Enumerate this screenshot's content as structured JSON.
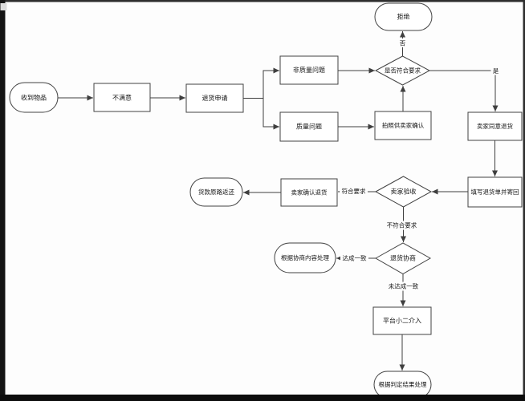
{
  "diagram": {
    "type": "flowchart",
    "topic": "退货流程",
    "colors": {
      "background": "#fdfdfd",
      "node_fill": "#ffffff",
      "node_stroke": "#424242",
      "edge_stroke": "#3f3f3f",
      "text": "#141414",
      "window_border": "#141414"
    }
  },
  "nodes": {
    "start": {
      "shape": "terminator",
      "label": "收到物品"
    },
    "unsatisfied": {
      "shape": "rect",
      "label": "不满意"
    },
    "return_request": {
      "shape": "rect",
      "label": "退货申请"
    },
    "non_quality": {
      "shape": "rect",
      "label": "非质量问题"
    },
    "quality": {
      "shape": "rect",
      "label": "质量问题"
    },
    "photo_confirm": {
      "shape": "rect",
      "label": "拍照供卖家确认"
    },
    "meets_req": {
      "shape": "diamond",
      "label": "是否符合要求"
    },
    "reject": {
      "shape": "terminator",
      "label": "拒绝"
    },
    "seller_agree": {
      "shape": "rect",
      "label": "卖家同意退货"
    },
    "fill_form": {
      "shape": "rect",
      "label": "填写退货单并寄回"
    },
    "seller_inspect": {
      "shape": "diamond",
      "label": "卖家验收"
    },
    "seller_confirm": {
      "shape": "rect",
      "label": "卖家确认退货"
    },
    "refund": {
      "shape": "terminator",
      "label": "货款原路返还"
    },
    "negotiate": {
      "shape": "diamond",
      "label": "退货协商"
    },
    "per_negotiation": {
      "shape": "terminator",
      "label": "根据协商内容处理"
    },
    "platform": {
      "shape": "rect",
      "label": "平台小二介入"
    },
    "per_judgment": {
      "shape": "terminator",
      "label": "根据判定结果处理"
    }
  },
  "edge_labels": {
    "no": "否",
    "yes": "是",
    "meets_requirements": "符合要求",
    "not_meets_requirements": "不符合要求",
    "agreement_reached": "达成一致",
    "agreement_not_reached": "未达成一致"
  }
}
